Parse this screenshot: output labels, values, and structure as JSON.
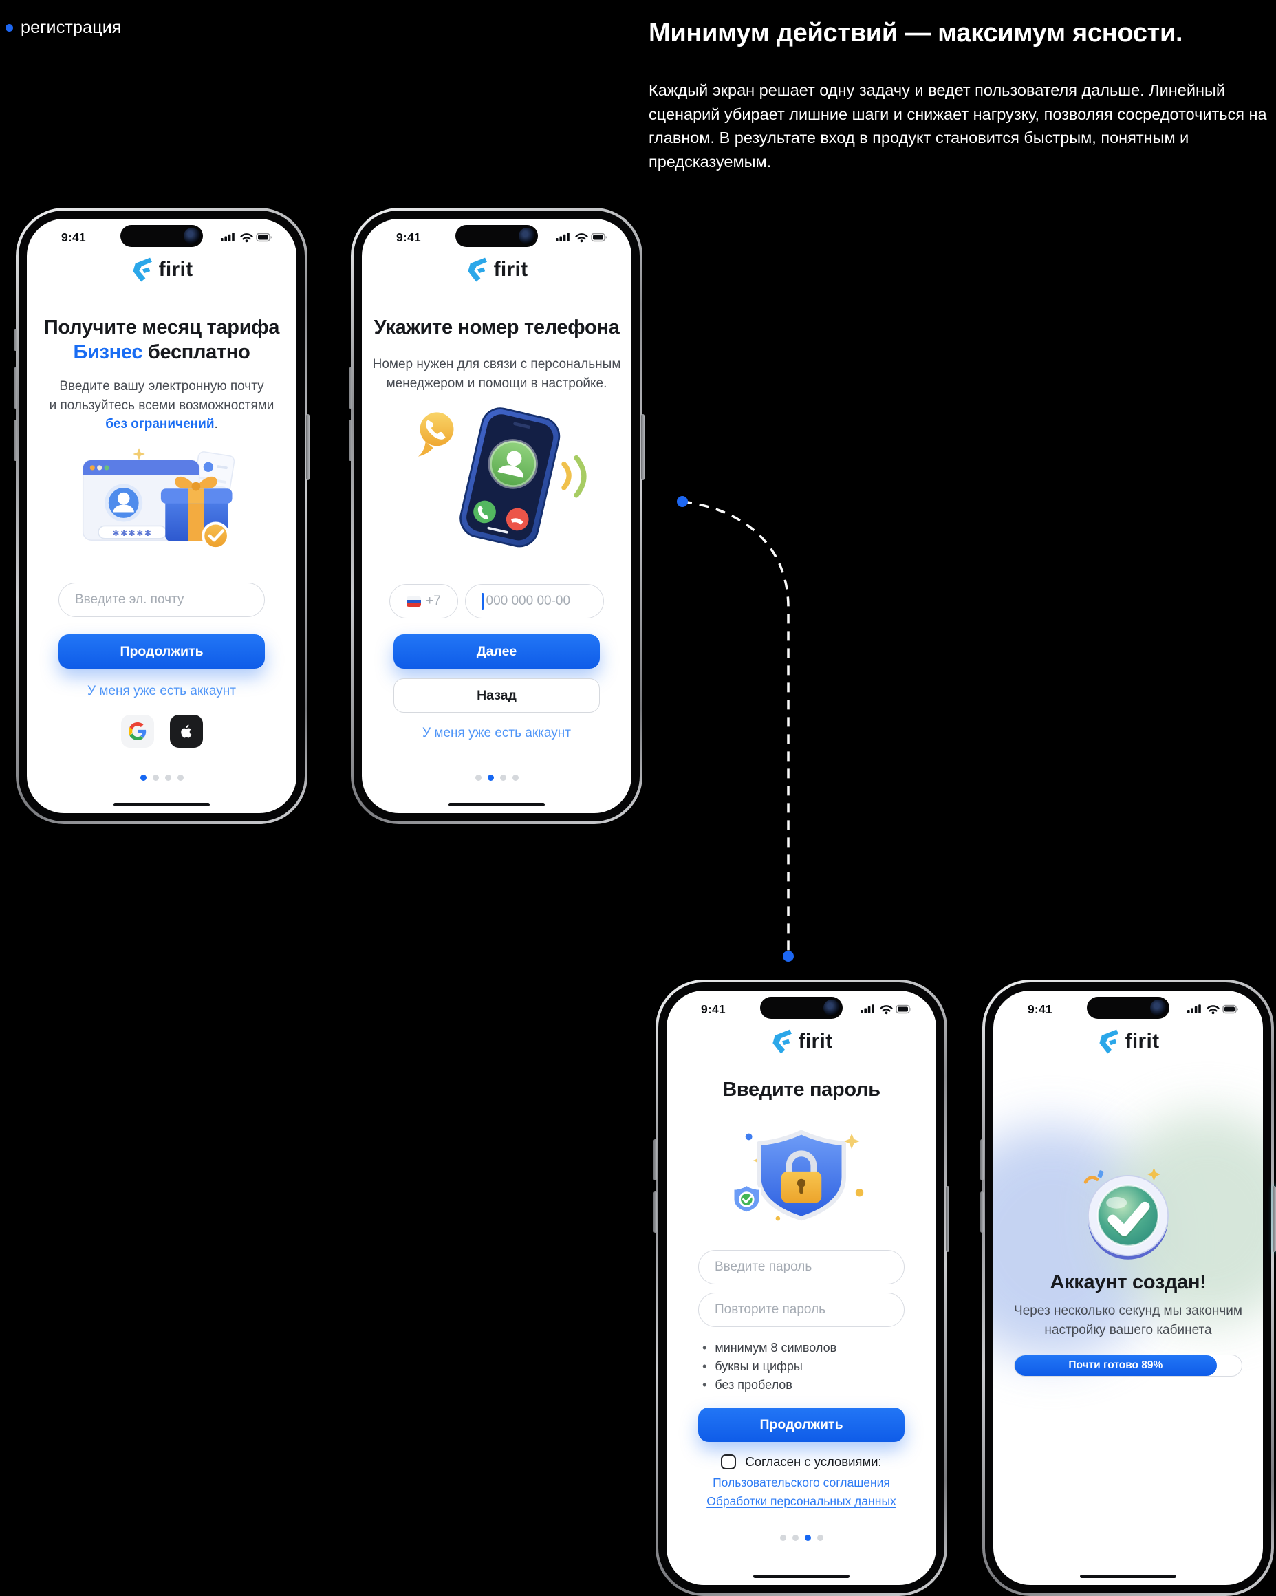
{
  "page": {
    "label": "регистрация"
  },
  "header": {
    "title": "Минимум действий — максимум ясности.",
    "body": "Каждый экран решает одну задачу и ведет пользователя дальше. Линейный сценарий убирает лишние шаги и снижает нагрузку, позволяя сосредоточиться на главном. В результате вход в продукт становится быстрым, понятным и предсказуемым."
  },
  "status": {
    "time": "9:41"
  },
  "brand": {
    "name": "firit"
  },
  "colors": {
    "background": "#000000",
    "accent_blue": "#1667F2",
    "link_blue": "#4F95F7",
    "logo_blue": "#2BA7E9",
    "text_dark": "#17191D",
    "muted_gray": "#A6ACB4"
  },
  "icons": {
    "page_bullet": "blue-dot",
    "status": [
      "cell-signal",
      "wifi",
      "battery-full"
    ],
    "logo_glyph": "firit-e-mark",
    "social": [
      "google-g",
      "apple-logo"
    ],
    "flag": "russia-flag"
  },
  "phones": [
    {
      "screen": "email-signup",
      "title_part1": "Получите месяц тарифа",
      "title_accent": "Бизнес",
      "title_part2": " бесплатно",
      "subtitle_line1": "Введите вашу электронную почту",
      "subtitle_line2": "и пользуйтесь всеми возможностями",
      "subtitle_accent": "без ограничений",
      "subtitle_period": ".",
      "email_placeholder": "Введите эл. почту",
      "primary_button": "Продолжить",
      "login_link": "У меня уже есть аккаунт",
      "active_dot": 0
    },
    {
      "screen": "phone-number",
      "title": "Укажите номер телефона",
      "subtitle_line1": "Номер нужен для связи с персональным",
      "subtitle_line2": "менеджером и помощи в настройке.",
      "country_code": "+7",
      "phone_placeholder": "000 000 00-00",
      "primary_button": "Далее",
      "secondary_button": "Назад",
      "login_link": "У меня уже есть аккаунт",
      "active_dot": 1
    },
    {
      "screen": "password",
      "title": "Введите пароль",
      "password_placeholder": "Введите пароль",
      "repeat_placeholder": "Повторите пароль",
      "rules": [
        "минимум 8 символов",
        "буквы и цифры",
        "без пробелов"
      ],
      "primary_button": "Продолжить",
      "terms_label": "Согласен с условиями:",
      "terms_links": [
        "Пользовательского соглашения",
        "Обработки персональных данных"
      ],
      "active_dot": 2
    },
    {
      "screen": "account-created",
      "title": "Аккаунт создан!",
      "subtitle_line1": "Через несколько секунд мы закончим",
      "subtitle_line2": "настройку вашего кабинета",
      "progress_label": "Почти готово 89%",
      "progress_percent": 89,
      "progress_style": "width:89%"
    }
  ]
}
